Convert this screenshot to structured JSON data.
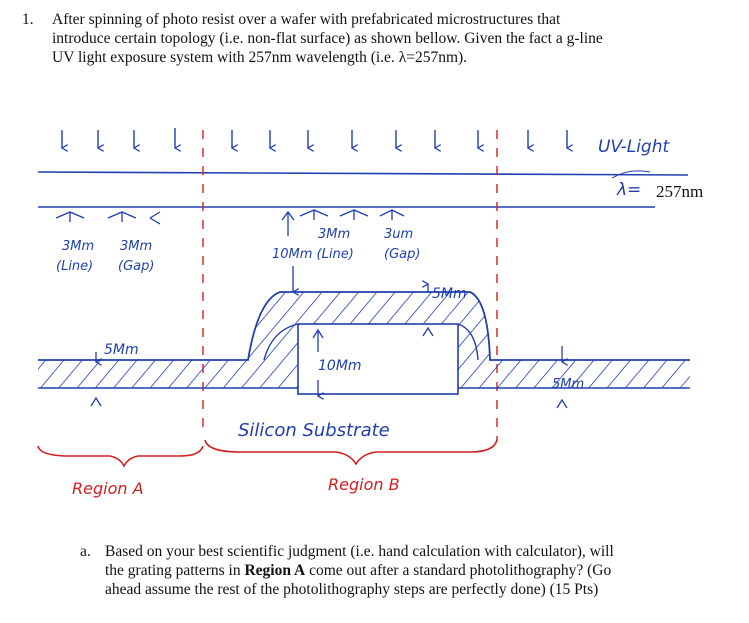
{
  "question": {
    "number": "1.",
    "lines": [
      "After spinning of photo resist over a wafer with prefabricated microstructures that",
      "introduce certain topology (i.e. non-flat surface) as shown bellow.  Given the fact a g-line",
      "UV light exposure system with 257nm wavelength (i.e. λ=257nm)."
    ]
  },
  "diagram": {
    "uv_label": "UV-Light",
    "lambda_symbol": "λ=",
    "lambda_value": "257nm",
    "region_a_line": "3Mm",
    "region_a_line_kind": "(Line)",
    "region_a_gap": "3Mm",
    "region_a_gap_kind": "(Gap)",
    "region_b_top": "3Mm",
    "region_b_top_gap": "3um",
    "region_b_line": "10Mm (Line)",
    "region_b_gap": "(Gap)",
    "resist_thickness_b": "5Mm",
    "resist_thickness_a": "5Mm",
    "step_height": "10Mm",
    "resist_thickness_right": "5Mm",
    "substrate_label": "Silicon Substrate",
    "region_a_label": "Region A",
    "region_b_label": "Region B",
    "colors": {
      "ink": "#1f3fb0",
      "marker": "#d21f1f"
    }
  },
  "subquestion": {
    "number": "a.",
    "part1": "Based on your best scientific judgment (i.e. hand calculation with calculator), will",
    "part2a": "the grating patterns in ",
    "part2b": "Region A",
    "part2c": " come out after a standard photolithography? (Go",
    "part3": "ahead assume the rest of the photolithography steps are perfectly done) (15 Pts)"
  }
}
